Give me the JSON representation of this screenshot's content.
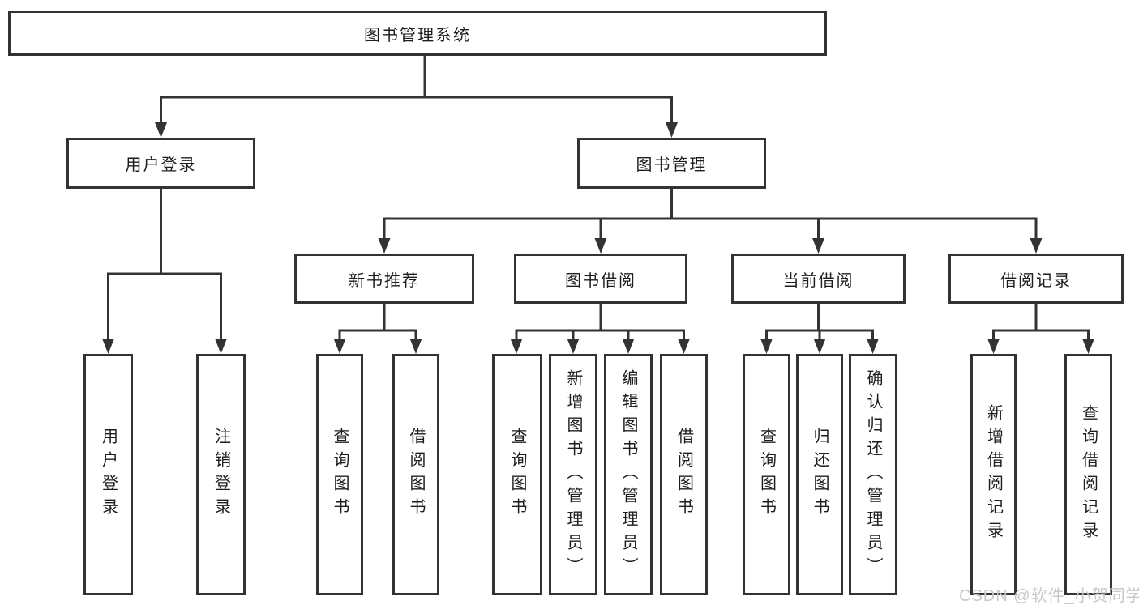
{
  "nodes": {
    "root": "图书管理系统",
    "user_login": "用户登录",
    "book_mgmt": "图书管理",
    "new_book_rec": "新书推荐",
    "book_borrow": "图书借阅",
    "current_borrow": "当前借阅",
    "borrow_records": "借阅记录",
    "ul_user_login": "用户登录",
    "ul_logout": "注销登录",
    "nr_query": "查询图书",
    "nr_borrow": "借阅图书",
    "bb_query": "查询图书",
    "bb_add": "新增图书（管理员）",
    "bb_edit": "编辑图书（管理员）",
    "bb_borrow": "借阅图书",
    "cb_query": "查询图书",
    "cb_return": "归还图书",
    "cb_confirm": "确认归还（管理员）",
    "br_add": "新增借阅记录",
    "br_query": "查询借阅记录"
  },
  "watermark": "CSDN @软件_小贺同学",
  "colors": {
    "line": "#333333",
    "box_border": "#333333",
    "text": "#1d1d1d",
    "watermark": "#c8c8c8",
    "background": "#ffffff"
  }
}
